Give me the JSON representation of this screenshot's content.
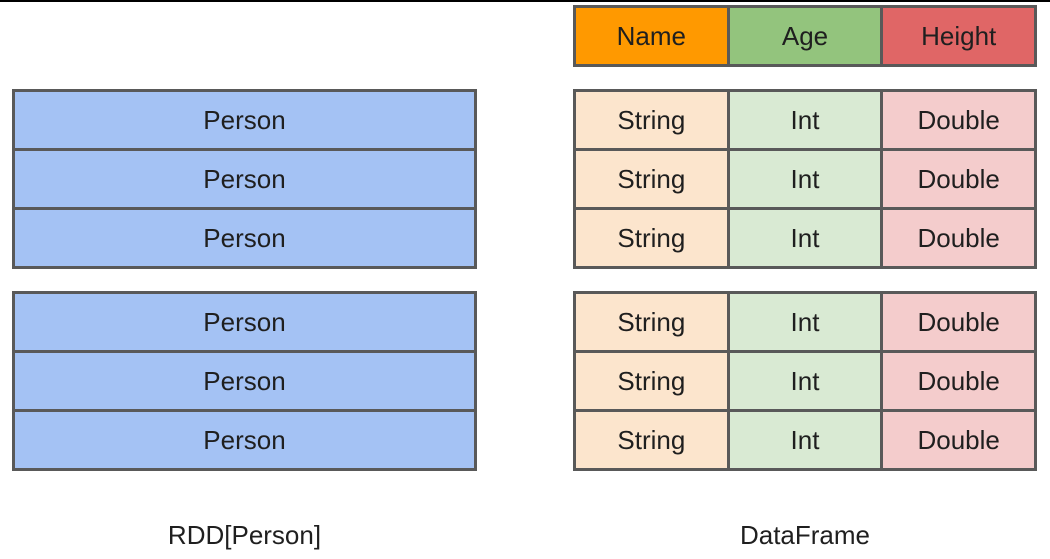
{
  "header": {
    "columns": [
      {
        "label": "Name",
        "color": "#ff9900"
      },
      {
        "label": "Age",
        "color": "#93c47d"
      },
      {
        "label": "Height",
        "color": "#e06666"
      }
    ]
  },
  "rdd": {
    "caption": "RDD[Person]",
    "color": "#a4c2f4",
    "partitions": [
      {
        "rows": [
          "Person",
          "Person",
          "Person"
        ]
      },
      {
        "rows": [
          "Person",
          "Person",
          "Person"
        ]
      }
    ]
  },
  "dataframe": {
    "caption": "DataFrame",
    "cell_colors": [
      "#fce5cd",
      "#d9ead3",
      "#f4cccc"
    ],
    "partitions": [
      {
        "rows": [
          [
            "String",
            "Int",
            "Double"
          ],
          [
            "String",
            "Int",
            "Double"
          ],
          [
            "String",
            "Int",
            "Double"
          ]
        ]
      },
      {
        "rows": [
          [
            "String",
            "Int",
            "Double"
          ],
          [
            "String",
            "Int",
            "Double"
          ],
          [
            "String",
            "Int",
            "Double"
          ]
        ]
      }
    ]
  }
}
